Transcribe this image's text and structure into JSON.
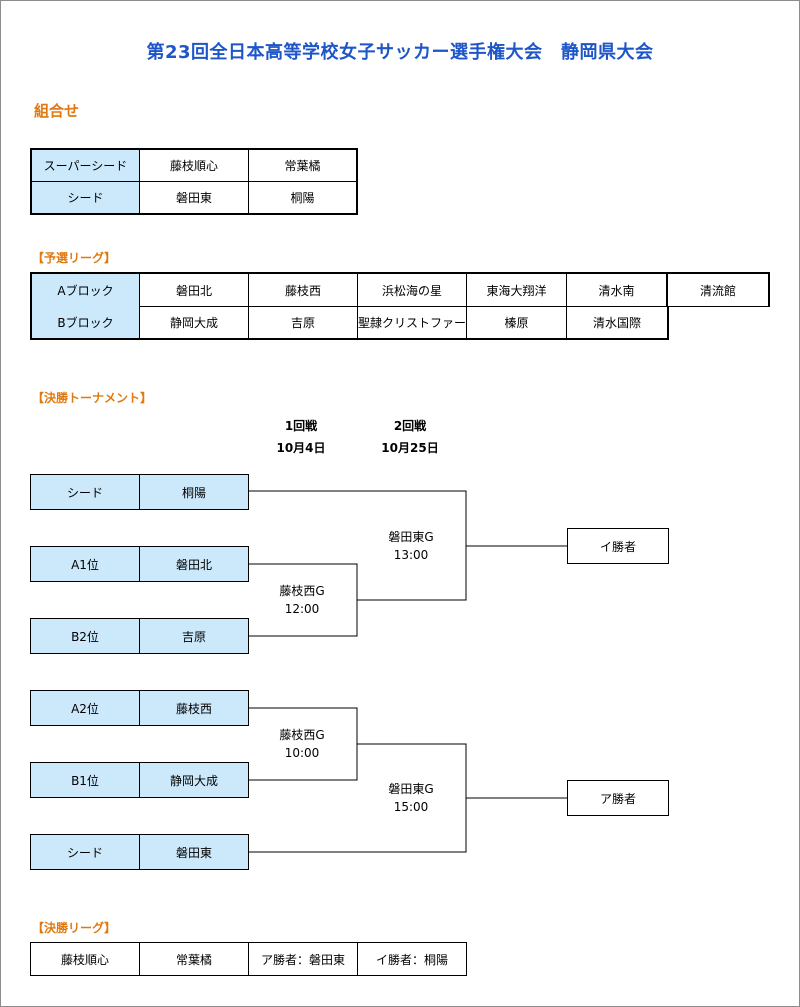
{
  "title": "第23回全日本高等学校女子サッカー選手権大会　静岡県大会",
  "combo": {
    "heading": "組合せ",
    "rows": [
      {
        "label": "スーパーシード",
        "teams": [
          "藤枝順心",
          "常葉橘"
        ]
      },
      {
        "label": "シード",
        "teams": [
          "磐田東",
          "桐陽"
        ]
      }
    ]
  },
  "league": {
    "heading": "【予選リーグ】",
    "blocks": [
      {
        "label": "Aブロック",
        "teams": [
          "磐田北",
          "藤枝西",
          "浜松海の星",
          "東海大翔洋",
          "清水南",
          "清流館"
        ]
      },
      {
        "label": "Bブロック",
        "teams": [
          "静岡大成",
          "吉原",
          "聖隷クリストファー",
          "榛原",
          "清水国際"
        ]
      }
    ]
  },
  "tournament": {
    "heading": "【決勝トーナメント】",
    "rounds": [
      {
        "name": "1回戦",
        "date": "10月4日"
      },
      {
        "name": "2回戦",
        "date": "10月25日"
      }
    ],
    "entries": [
      {
        "seed": "シード",
        "team": "桐陽"
      },
      {
        "seed": "A1位",
        "team": "磐田北"
      },
      {
        "seed": "B2位",
        "team": "吉原"
      },
      {
        "seed": "A2位",
        "team": "藤枝西"
      },
      {
        "seed": "B1位",
        "team": "静岡大成"
      },
      {
        "seed": "シード",
        "team": "磐田東"
      }
    ],
    "venues": [
      {
        "place": "磐田東G",
        "time": "13:00"
      },
      {
        "place": "藤枝西G",
        "time": "12:00"
      },
      {
        "place": "藤枝西G",
        "time": "10:00"
      },
      {
        "place": "磐田東G",
        "time": "15:00"
      }
    ],
    "winners": [
      "イ勝者",
      "ア勝者"
    ]
  },
  "final_league": {
    "heading": "【決勝リーグ】",
    "teams": [
      "藤枝順心",
      "常葉橘",
      "ア勝者：磐田東",
      "イ勝者：桐陽"
    ]
  }
}
